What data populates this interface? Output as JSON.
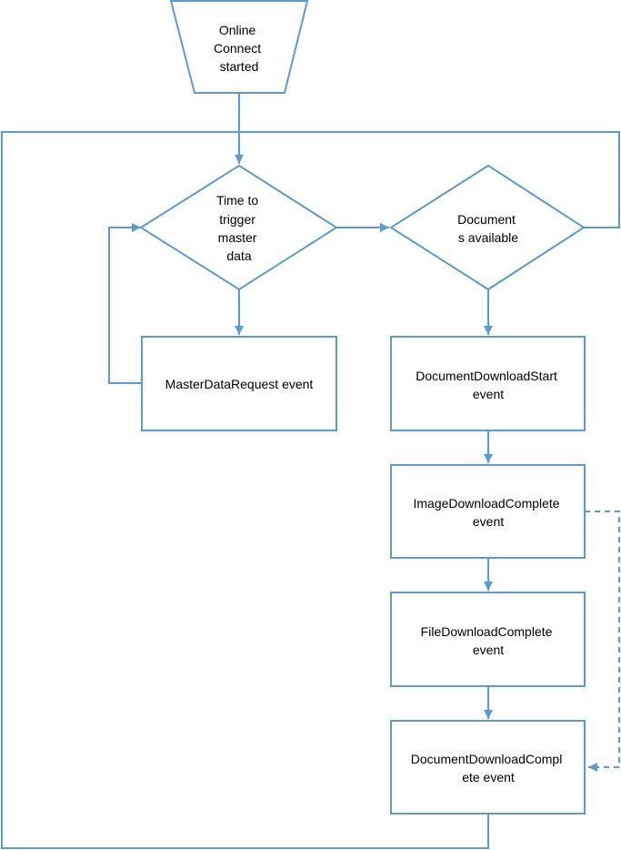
{
  "colors": {
    "stroke": "#5B9BD5",
    "fill": "#FFFFFF",
    "text": "#000000"
  },
  "nodes": {
    "start": {
      "type": "manual-operation",
      "lines": [
        "Online",
        "Connect",
        "started"
      ]
    },
    "master_decision": {
      "type": "decision",
      "lines": [
        "Time to",
        "trigger",
        "master",
        "data"
      ]
    },
    "docs_decision": {
      "type": "decision",
      "lines": [
        "Document",
        "s available"
      ]
    },
    "master_request": {
      "type": "process",
      "lines": [
        "MasterDataRequest event"
      ]
    },
    "download_start": {
      "type": "process",
      "lines": [
        "DocumentDownloadStart",
        "event"
      ]
    },
    "image_complete": {
      "type": "process",
      "lines": [
        "ImageDownloadComplete",
        "event"
      ]
    },
    "file_complete": {
      "type": "process",
      "lines": [
        "FileDownloadComplete",
        "event"
      ]
    },
    "download_complete": {
      "type": "process",
      "lines": [
        "DocumentDownloadCompl",
        "ete event"
      ]
    }
  },
  "edges": [
    {
      "from": "start",
      "to": "master_decision",
      "style": "solid"
    },
    {
      "from": "master_decision",
      "to": "docs_decision",
      "style": "solid"
    },
    {
      "from": "master_decision",
      "to": "master_request",
      "style": "solid"
    },
    {
      "from": "master_request",
      "to": "master_decision",
      "style": "solid"
    },
    {
      "from": "docs_decision",
      "to": "master_decision",
      "style": "solid"
    },
    {
      "from": "docs_decision",
      "to": "download_start",
      "style": "solid"
    },
    {
      "from": "download_start",
      "to": "image_complete",
      "style": "solid"
    },
    {
      "from": "image_complete",
      "to": "file_complete",
      "style": "solid"
    },
    {
      "from": "image_complete",
      "to": "download_complete",
      "style": "dashed"
    },
    {
      "from": "file_complete",
      "to": "download_complete",
      "style": "solid"
    },
    {
      "from": "download_complete",
      "to": "master_decision",
      "style": "solid"
    }
  ]
}
